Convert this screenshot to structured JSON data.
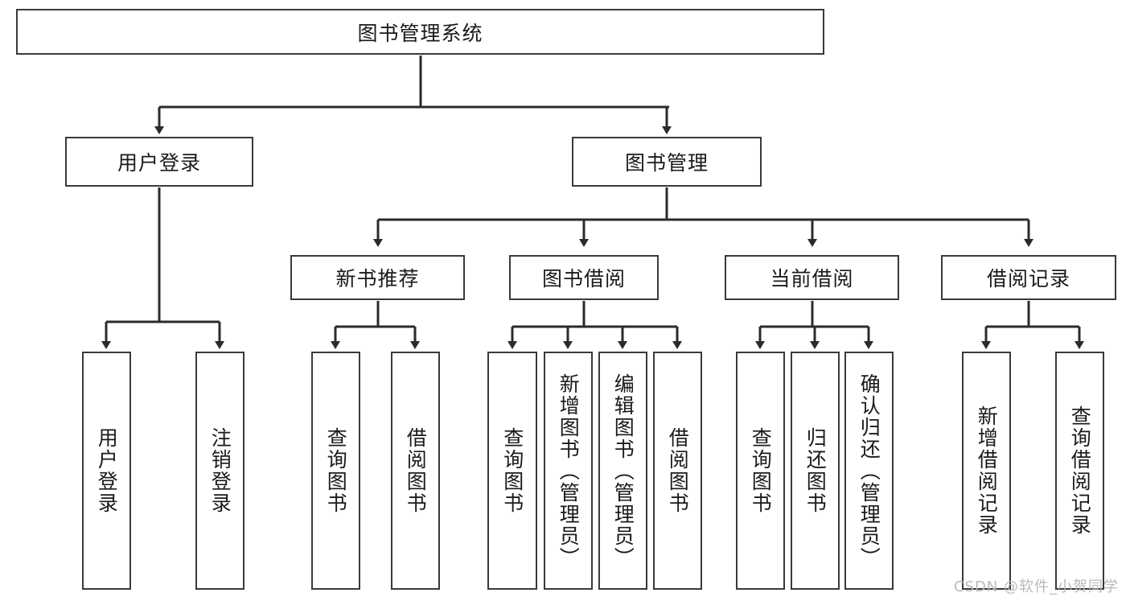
{
  "diagram": {
    "type": "tree",
    "title": "图书管理系统",
    "watermark": "CSDN @软件_小贺同学",
    "colors": {
      "box_border": "#3a3a3a",
      "box_fill": "#ffffff",
      "edge": "#2b2b2b",
      "text": "#1a1a1a",
      "watermark": "#b9b9b9"
    },
    "root": {
      "label": "图书管理系统"
    },
    "level1": [
      {
        "label": "用户登录"
      },
      {
        "label": "图书管理"
      }
    ],
    "level2": [
      {
        "label": "新书推荐"
      },
      {
        "label": "图书借阅"
      },
      {
        "label": "当前借阅"
      },
      {
        "label": "借阅记录"
      }
    ],
    "leaves": {
      "user_login": [
        {
          "label": "用户登录"
        },
        {
          "label": "注销登录"
        }
      ],
      "new_book_recommend": [
        {
          "label": "查询图书"
        },
        {
          "label": "借阅图书"
        }
      ],
      "book_borrow": [
        {
          "label": "查询图书"
        },
        {
          "label": "新增图书（管理员）"
        },
        {
          "label": "编辑图书（管理员）"
        },
        {
          "label": "借阅图书"
        }
      ],
      "current_borrow": [
        {
          "label": "查询图书"
        },
        {
          "label": "归还图书"
        },
        {
          "label": "确认归还（管理员）"
        }
      ],
      "borrow_record": [
        {
          "label": "新增借阅记录"
        },
        {
          "label": "查询借阅记录"
        }
      ]
    }
  }
}
